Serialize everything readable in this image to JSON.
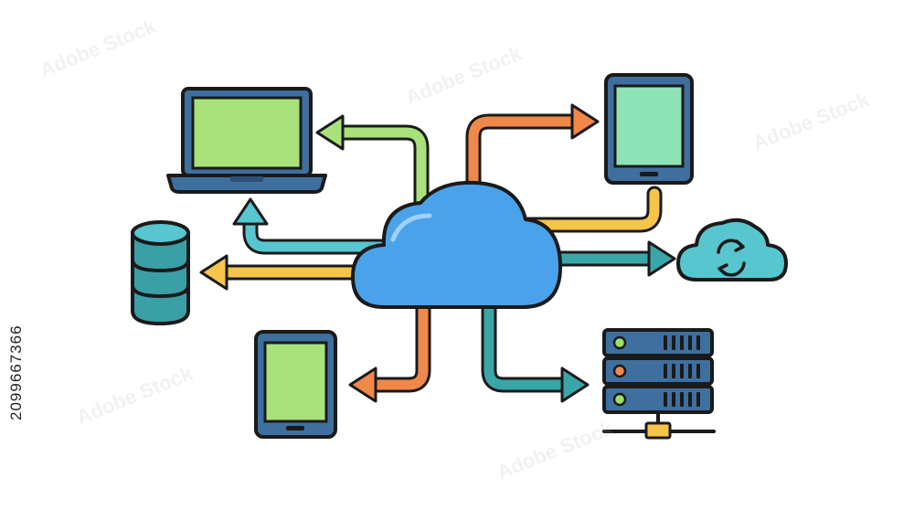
{
  "stock_id": "2099667366",
  "watermark_text": "Adobe Stock",
  "colors": {
    "outline": "#1a1a1a",
    "cloud": "#4aa3ea",
    "device_frame": "#3f6f9e",
    "screen_green": "#a9e27a",
    "screen_mint": "#8de3b5",
    "database": "#3aa0a6",
    "teal_cloud": "#57c6cf",
    "arrow_green": "#a9e27a",
    "arrow_orange": "#f0884a",
    "arrow_yellow": "#f5c54a",
    "arrow_teal": "#3aa6a8",
    "led_green": "#9be06a",
    "led_orange": "#f08a4a",
    "server_connector": "#f5c54a"
  },
  "nodes": [
    {
      "id": "central-cloud",
      "icon": "cloud-icon"
    },
    {
      "id": "laptop",
      "icon": "laptop-icon"
    },
    {
      "id": "tablet-top-right",
      "icon": "tablet-icon"
    },
    {
      "id": "database",
      "icon": "database-icon"
    },
    {
      "id": "sync-cloud",
      "icon": "cloud-sync-icon"
    },
    {
      "id": "tablet-bottom-left",
      "icon": "tablet-icon"
    },
    {
      "id": "server-rack",
      "icon": "server-icon"
    }
  ]
}
